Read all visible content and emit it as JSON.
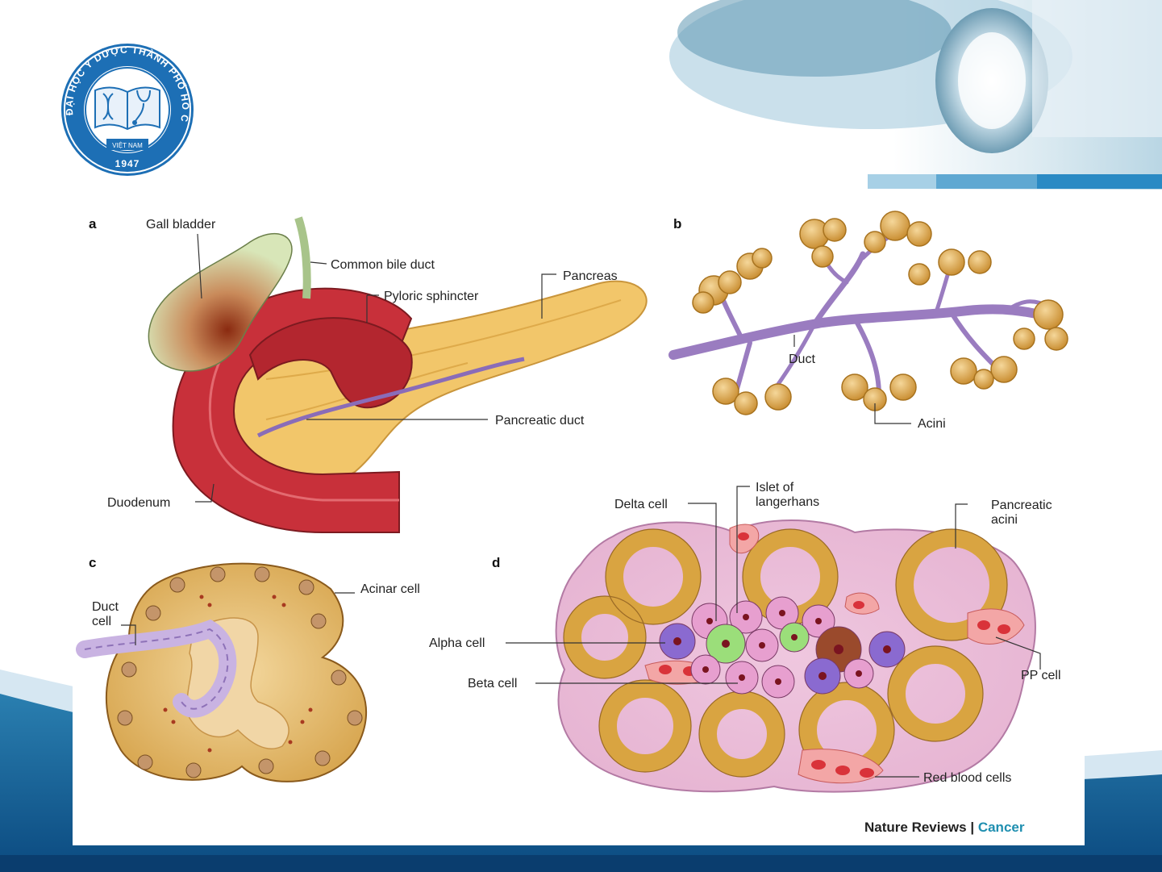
{
  "logo": {
    "arc_text": "ĐẠI HỌC Y DƯỢC THÀNH PHỐ HỒ CHÍ MINH",
    "country": "VIỆT NAM",
    "year": "1947"
  },
  "figure": {
    "panel_a": {
      "letter": "a",
      "labels": {
        "gall_bladder": "Gall bladder",
        "common_bile_duct": "Common bile duct",
        "pyloric_sphincter": "Pyloric sphincter",
        "pancreas": "Pancreas",
        "pancreatic_duct": "Pancreatic duct",
        "duodenum": "Duodenum"
      }
    },
    "panel_b": {
      "letter": "b",
      "labels": {
        "duct": "Duct",
        "acini": "Acini"
      }
    },
    "panel_c": {
      "letter": "c",
      "labels": {
        "duct_cell_1": "Duct",
        "duct_cell_2": "cell",
        "acinar_cell": "Acinar cell"
      }
    },
    "panel_d": {
      "letter": "d",
      "labels": {
        "delta_cell": "Delta cell",
        "islet_1": "Islet of",
        "islet_2": "langerhans",
        "pancreatic_acini_1": "Pancreatic",
        "pancreatic_acini_2": "acini",
        "alpha_cell": "Alpha cell",
        "beta_cell": "Beta cell",
        "pp_cell": "PP cell",
        "red_blood_cells": "Red blood cells"
      }
    },
    "credit": {
      "journal": "Nature Reviews",
      "separator": " | ",
      "section": "Cancer"
    }
  },
  "colors": {
    "accent_blue": "#1f8fb0",
    "duodenum_red": "#c8303a",
    "pancreas_yellow": "#f2c66a",
    "duct_purple": "#9a7cc0",
    "acinus_gold": "#d9a441"
  }
}
